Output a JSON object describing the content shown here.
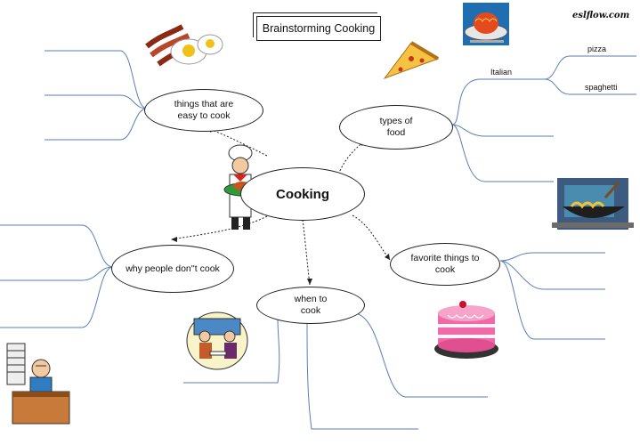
{
  "title": "Brainstorming Cooking",
  "watermark": "eslflow.com",
  "nodes": {
    "center": "Cooking",
    "easy": "things that are easy to cook",
    "types": "types of food",
    "favorite": "favorite things to cook",
    "why": "why people don''t cook",
    "when": "when to cook"
  },
  "leaves": {
    "italian": "Italian",
    "pizza": "pizza",
    "spaghetti": "spaghetti"
  },
  "icons": [
    "bacon-and-eggs-icon",
    "pizza-slice-icon",
    "spaghetti-plate-icon",
    "chef-icon",
    "wok-cooking-icon",
    "layer-cake-icon",
    "dining-couple-icon",
    "stressed-office-worker-icon"
  ]
}
